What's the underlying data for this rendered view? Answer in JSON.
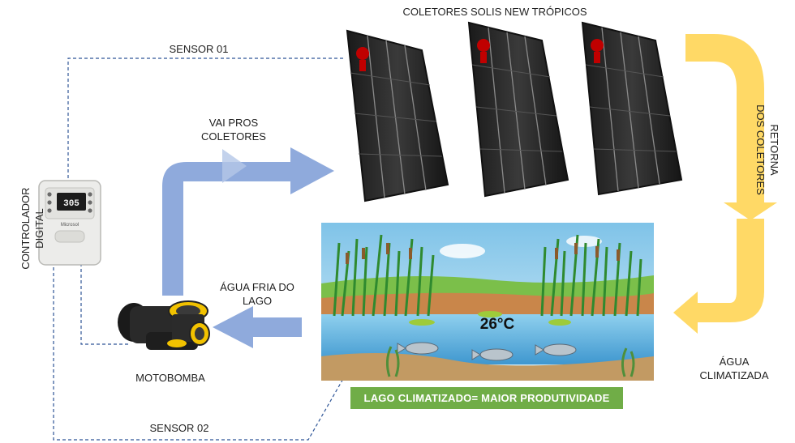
{
  "labels": {
    "collectors_title": "COLETORES SOLIS NEW TRÓPICOS",
    "sensor_01": "SENSOR 01",
    "sensor_02": "SENSOR 02",
    "to_collectors_line1": "VAI PROS",
    "to_collectors_line2": "COLETORES",
    "returns_line1": "RETORNA",
    "returns_line2": "DOS COLETORES",
    "controller_line1": "CONTROLADOR",
    "controller_line2": "DIGITAL",
    "cold_water_line1": "ÁGUA FRIA DO",
    "cold_water_line2": "LAGO",
    "pump": "MOTOBOMBA",
    "heated_water_line1": "ÁGUA",
    "heated_water_line2": "CLIMATIZADA",
    "lake_banner": "LAGO CLIMATIZADO= MAIOR PRODUTIVIDADE",
    "lake_temperature": "26°C"
  },
  "controller": {
    "display": "305",
    "brand": "Microsol"
  },
  "colors": {
    "blue_arrow": "#8faadc",
    "yellow_arrow": "#ffd966",
    "banner_green": "#70ad47",
    "sensor_line": "#2e5597"
  }
}
